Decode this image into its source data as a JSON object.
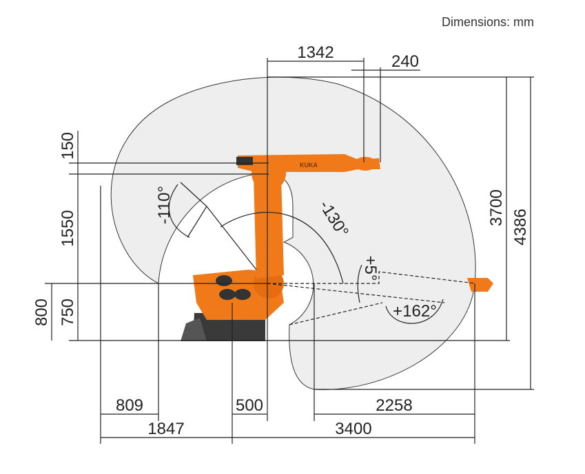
{
  "units_label": "Dimensions: mm",
  "robot_brand": "KUKA",
  "colors": {
    "robot": "#f07a1a",
    "workspace": "#eeeeee",
    "lines": "#222222"
  },
  "dimensions": {
    "top": [
      "1342",
      "240"
    ],
    "left": [
      "150",
      "1550",
      "750",
      "800"
    ],
    "right": [
      "3700",
      "4386"
    ],
    "bottom_row1": [
      "809",
      "500",
      "2258"
    ],
    "bottom_row2": [
      "1847",
      "3400"
    ]
  },
  "angles": [
    "-110°",
    "-130°",
    "+5°",
    "+162°"
  ]
}
